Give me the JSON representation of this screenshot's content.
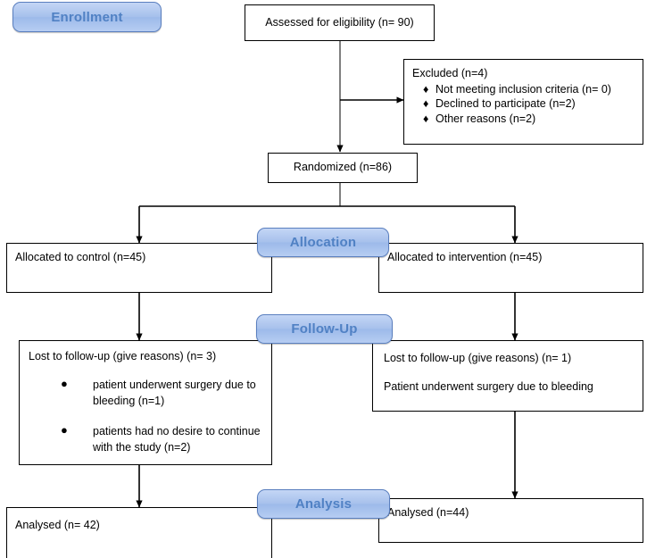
{
  "diagram": {
    "title": "CONSORT participant flow diagram",
    "colors": {
      "stage_fill": "#a7c1ec",
      "stage_border": "#5a7fbf",
      "stage_text": "#5081c4",
      "box_border": "#000000",
      "connector": "#000000",
      "connector_gray": "#808080"
    }
  },
  "stages": {
    "enrollment": "Enrollment",
    "allocation": "Allocation",
    "followup": "Follow-Up",
    "analysis": "Analysis"
  },
  "nodes": {
    "assessed": "Assessed for eligibility (n= 90)",
    "excluded": {
      "heading": "Excluded (n=4)",
      "bullet_glyph": "♦",
      "items": [
        "Not meeting inclusion criteria (n= 0)",
        "Declined to participate (n=2)",
        "Other reasons (n=2)"
      ]
    },
    "randomized": "Randomized (n=86)",
    "allocated_control": "Allocated to control (n=45)",
    "allocated_intervention": "Allocated to intervention (n=45)",
    "lost_control": {
      "heading": "Lost to follow-up (give reasons) (n= 3)",
      "bullet_glyph": "●",
      "items": [
        "patient underwent surgery due to bleeding (n=1)",
        "patients had no desire to continue with the study (n=2)"
      ]
    },
    "lost_intervention": {
      "line1": "Lost to follow-up (give reasons) (n= 1)",
      "line2": "Patient underwent surgery due to bleeding"
    },
    "analysed_control": "Analysed (n= 42)",
    "analysed_intervention": "Analysed (n=44)"
  }
}
